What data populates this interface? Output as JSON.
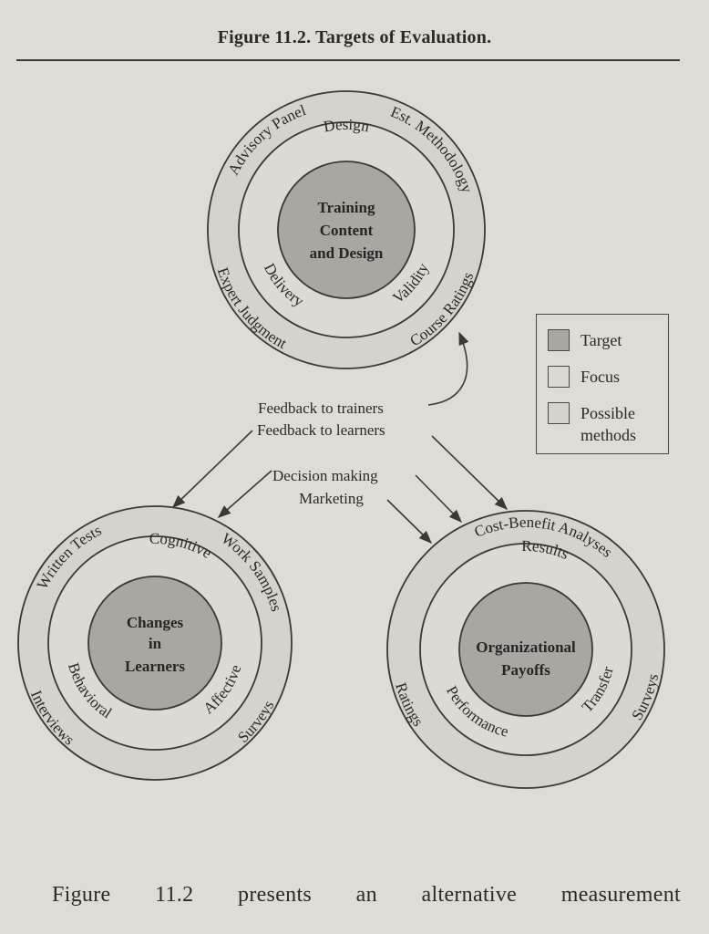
{
  "figure_title": "Figure 11.2.  Targets of Evaluation.",
  "colors": {
    "background": "#dedcd5",
    "target_fill": "#a9a7a2",
    "focus_fill": "#dcdad3",
    "methods_fill": "#d5d3cb",
    "line": "#3a3936"
  },
  "clusters": {
    "training": {
      "target": [
        "Training",
        "Content",
        "and Design"
      ],
      "focus": [
        "Design",
        "Delivery",
        "Validity"
      ],
      "methods": [
        "Advisory Panel",
        "Est. Methodology",
        "Expert Judgment",
        "Course Ratings"
      ]
    },
    "learners": {
      "target": [
        "Changes",
        "in",
        "Learners"
      ],
      "focus": [
        "Cognitive",
        "Behavioral",
        "Affective"
      ],
      "methods": [
        "Written Tests",
        "Work Samples",
        "Interviews",
        "Surveys"
      ]
    },
    "payoffs": {
      "target": [
        "Organizational",
        "Payoffs"
      ],
      "focus": [
        "Results",
        "Performance",
        "Transfer"
      ],
      "methods": [
        "Cost-Benefit Analyses",
        "Ratings",
        "Surveys"
      ]
    }
  },
  "feedback": {
    "trainers": "Feedback to trainers",
    "learners": "Feedback to learners",
    "decision": "Decision making",
    "marketing": "Marketing"
  },
  "legend": {
    "target": "Target",
    "focus": "Focus",
    "possible_1": "Possible",
    "possible_2": "methods"
  },
  "body_text": "Figure 11.2 presents an alternative measurement"
}
